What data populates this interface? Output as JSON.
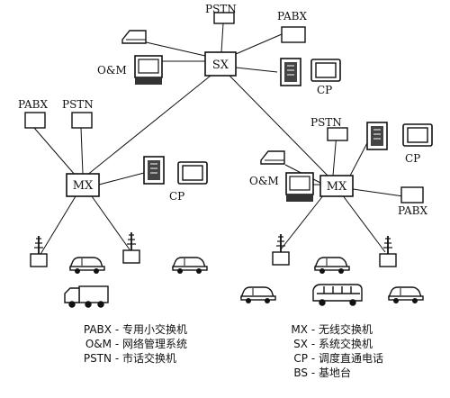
{
  "nodes": {
    "sx": "SX",
    "mx_left": "MX",
    "mx_right": "MX"
  },
  "labels": {
    "pstn": "PSTN",
    "pabx": "PABX",
    "om": "O&M",
    "cp": "CP"
  },
  "legend_left": [
    {
      "key": "PABX",
      "sep": " - ",
      "desc": "专用小交换机"
    },
    {
      "key": "O&M",
      "sep": " - ",
      "desc": "网络管理系统"
    },
    {
      "key": "PSTN",
      "sep": " - ",
      "desc": "市话交换机"
    }
  ],
  "legend_right": [
    {
      "key": "MX",
      "sep": " - ",
      "desc": "无线交换机"
    },
    {
      "key": "SX",
      "sep": " - ",
      "desc": "系统交换机"
    },
    {
      "key": "CP",
      "sep": " - ",
      "desc": "调度直通电话"
    },
    {
      "key": "BS",
      "sep": " - ",
      "desc": "基地台"
    }
  ]
}
